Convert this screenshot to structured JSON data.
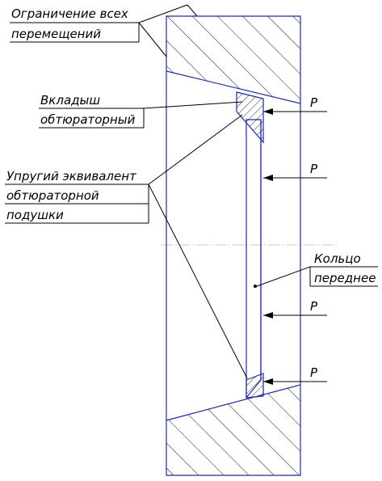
{
  "labels": {
    "constraint_line1": "Ограничение всех",
    "constraint_line2": "перемещений",
    "insert_line1": "Вкладыш",
    "insert_line2": "обтюраторный",
    "elastic_line1": "Упругий эквивалент",
    "elastic_line2": "обтюраторной",
    "elastic_line3": "подушки",
    "ring_line1": "Кольцо",
    "ring_line2": "переднее",
    "load_1": "P",
    "load_2": "P",
    "load_3": "P",
    "load_4": "P"
  },
  "colors": {
    "outline": "#1f2a9e",
    "annotation": "#000000",
    "hatch": "#000000",
    "centerline": "#d9c9a0"
  }
}
